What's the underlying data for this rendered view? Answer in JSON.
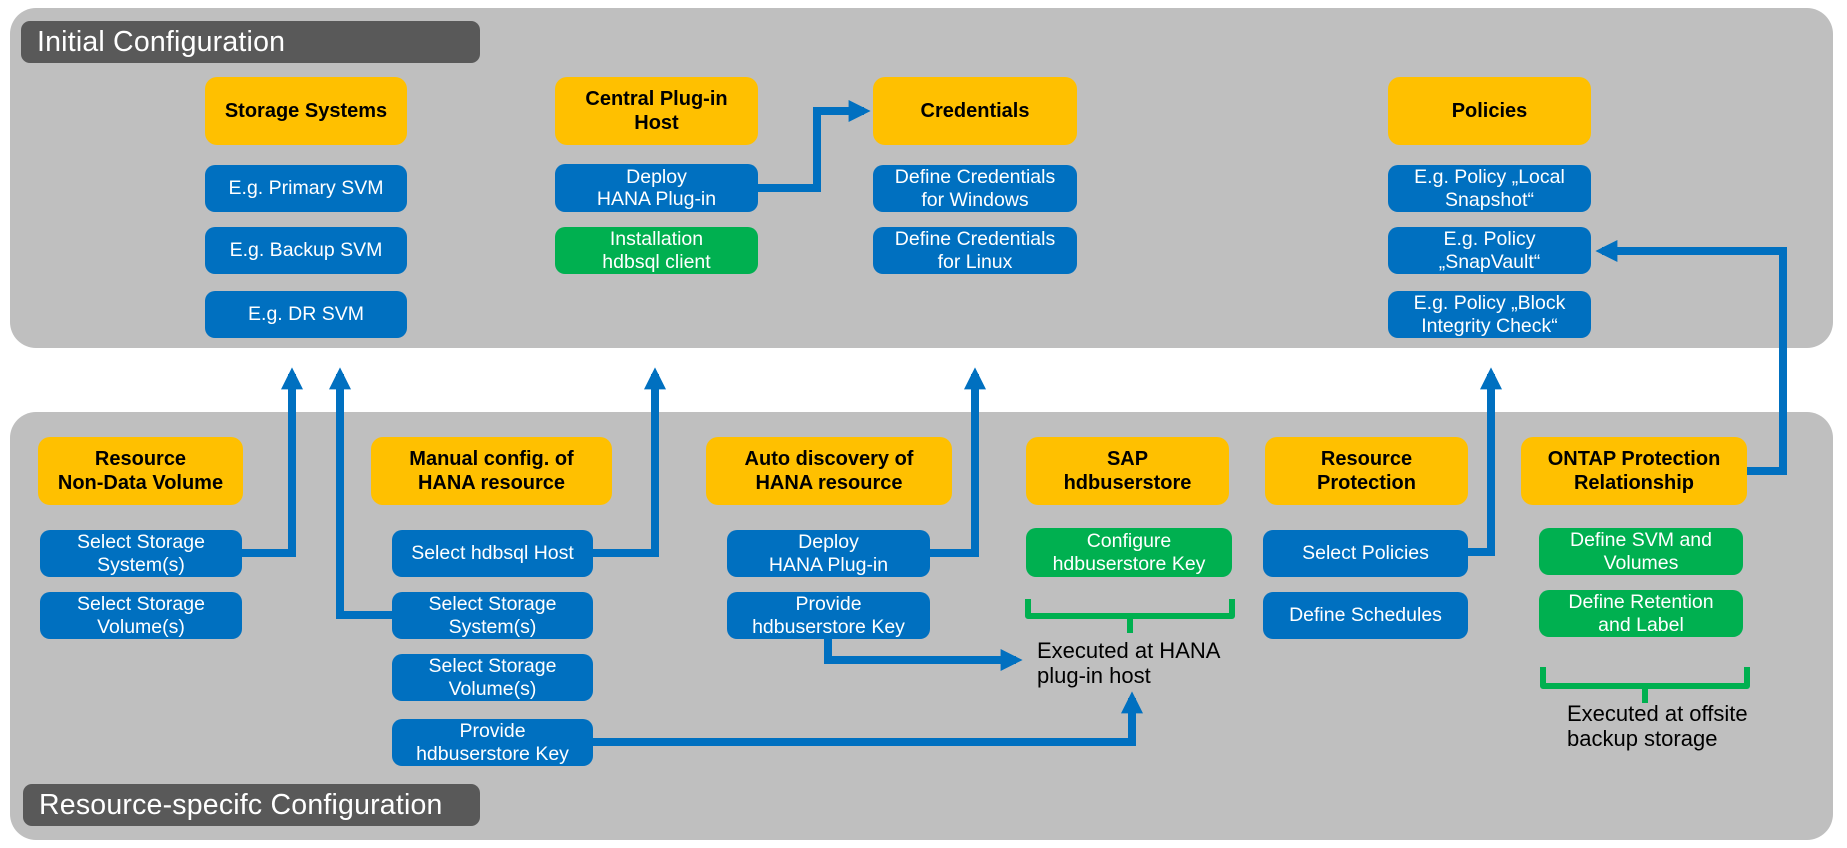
{
  "colors": {
    "panel_gray": "#BFBFBF",
    "label_gray": "#595959",
    "header_yellow": "#FFC000",
    "step_blue": "#0070C0",
    "step_green": "#00B050",
    "arrow_blue": "#0070C0",
    "bracket_green": "#00B050"
  },
  "initial": {
    "label": "Initial Configuration",
    "storage_systems": {
      "header": "Storage Systems",
      "svm_primary": "E.g. Primary SVM",
      "svm_backup": "E.g. Backup SVM",
      "svm_dr": "E.g. DR SVM"
    },
    "central_plugin_host": {
      "header": "Central Plug-in\nHost",
      "deploy_plugin": "Deploy\nHANA Plug-in",
      "install_client": "Installation\nhdbsql client"
    },
    "credentials": {
      "header": "Credentials",
      "windows": "Define Credentials\nfor Windows",
      "linux": "Define Credentials\nfor Linux"
    },
    "policies": {
      "header": "Policies",
      "local_snapshot": "E.g. Policy „Local\nSnapshot“",
      "snapvault": "E.g. Policy\n„SnapVault“",
      "block_integrity": "E.g. Policy „Block\nIntegrity Check“"
    }
  },
  "resource": {
    "label": "Resource-specifc Configuration",
    "non_data_volume": {
      "header": "Resource\nNon-Data Volume",
      "select_system": "Select Storage\nSystem(s)",
      "select_volume": "Select Storage\nVolume(s)"
    },
    "manual_config": {
      "header": "Manual config. of\nHANA resource",
      "select_host": "Select hdbsql Host",
      "select_system": "Select Storage\nSystem(s)",
      "select_volume": "Select Storage\nVolume(s)",
      "provide_key": "Provide\nhdbuserstore Key"
    },
    "auto_discovery": {
      "header": "Auto discovery of\nHANA resource",
      "deploy_plugin": "Deploy\nHANA Plug-in",
      "provide_key": "Provide\nhdbuserstore Key"
    },
    "sap_hdbuserstore": {
      "header": "SAP\nhdbuserstore",
      "configure_key": "Configure\nhdbuserstore Key",
      "note": "Executed at HANA\nplug-in host"
    },
    "resource_protection": {
      "header": "Resource\nProtection",
      "select_policies": "Select Policies",
      "define_schedules": "Define Schedules"
    },
    "ontap_protection": {
      "header": "ONTAP Protection\nRelationship",
      "define_svm": "Define SVM and\nVolumes",
      "define_retention": "Define Retention\nand Label",
      "note": "Executed at offsite\nbackup storage"
    }
  }
}
